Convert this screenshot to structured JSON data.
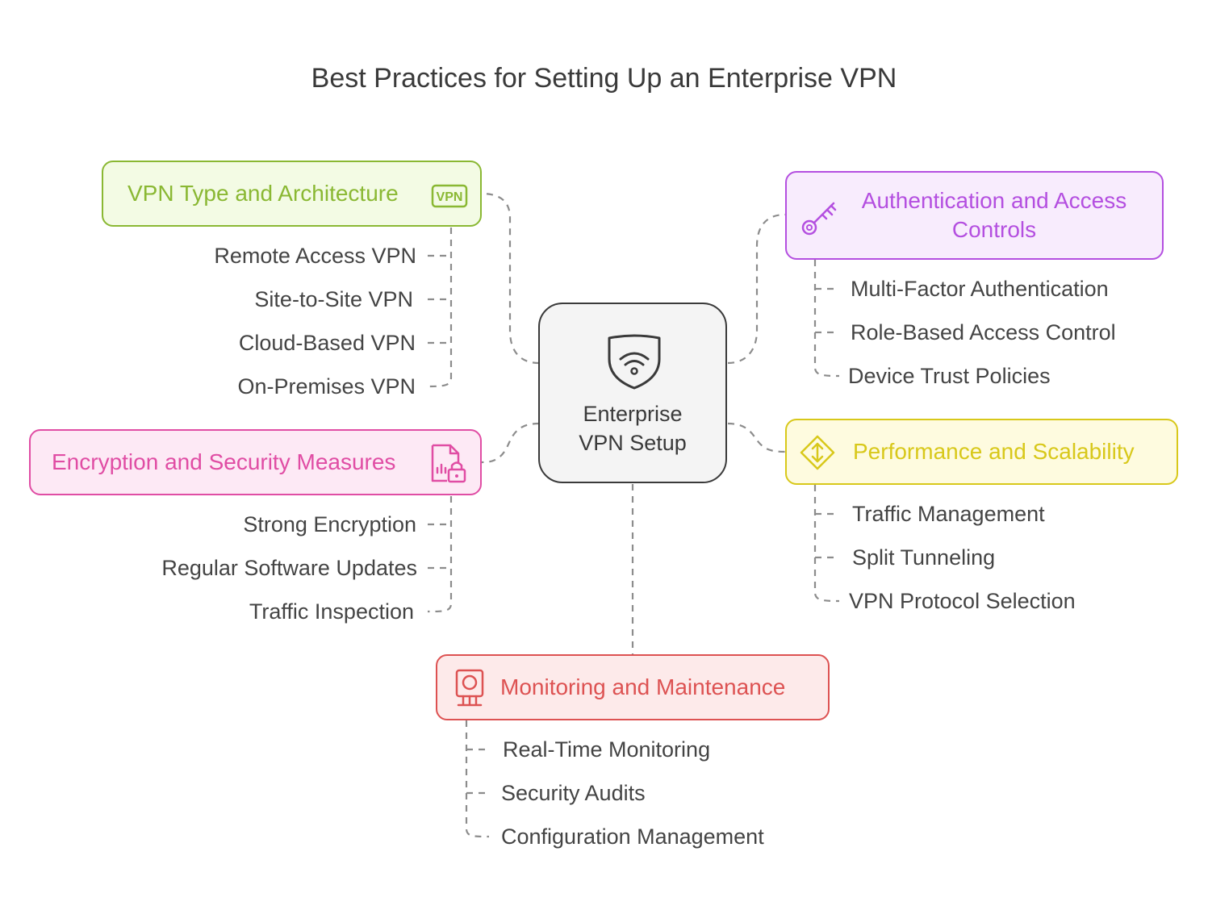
{
  "title": "Best Practices for Setting Up an Enterprise VPN",
  "center": {
    "label_line1": "Enterprise",
    "label_line2": "VPN Setup",
    "icon": "shield-wifi-icon"
  },
  "branches": {
    "vpn_type": {
      "label": "VPN Type and Architecture",
      "icon": "vpn-badge-icon",
      "icon_text": "VPN",
      "color": "#8ab833",
      "fill": "#f3fbe4",
      "items": [
        "Remote Access VPN",
        "Site-to-Site VPN",
        "Cloud-Based VPN",
        "On-Premises VPN"
      ]
    },
    "auth": {
      "label_line1": "Authentication and Access",
      "label_line2": "Controls",
      "icon": "key-icon",
      "color": "#b44fe0",
      "fill": "#f8ecfd",
      "items": [
        "Multi-Factor Authentication",
        "Role-Based Access Control",
        "Device Trust Policies"
      ]
    },
    "encryption": {
      "label": "Encryption and Security Measures",
      "icon": "secure-document-icon",
      "color": "#e04da4",
      "fill": "#fde9f5",
      "items": [
        "Strong Encryption",
        "Regular Software Updates",
        "Traffic Inspection"
      ]
    },
    "performance": {
      "label": "Performance and Scalability",
      "icon": "diamond-arrows-icon",
      "color": "#d8c81a",
      "fill": "#fefbdf",
      "items": [
        "Traffic Management",
        "Split Tunneling",
        "VPN Protocol Selection"
      ]
    },
    "monitoring": {
      "label": "Monitoring and Maintenance",
      "icon": "monitor-camera-icon",
      "color": "#dd5252",
      "fill": "#fdeaea",
      "items": [
        "Real-Time Monitoring",
        "Security Audits",
        "Configuration Management"
      ]
    }
  },
  "connector_color": "#8c8c8c"
}
